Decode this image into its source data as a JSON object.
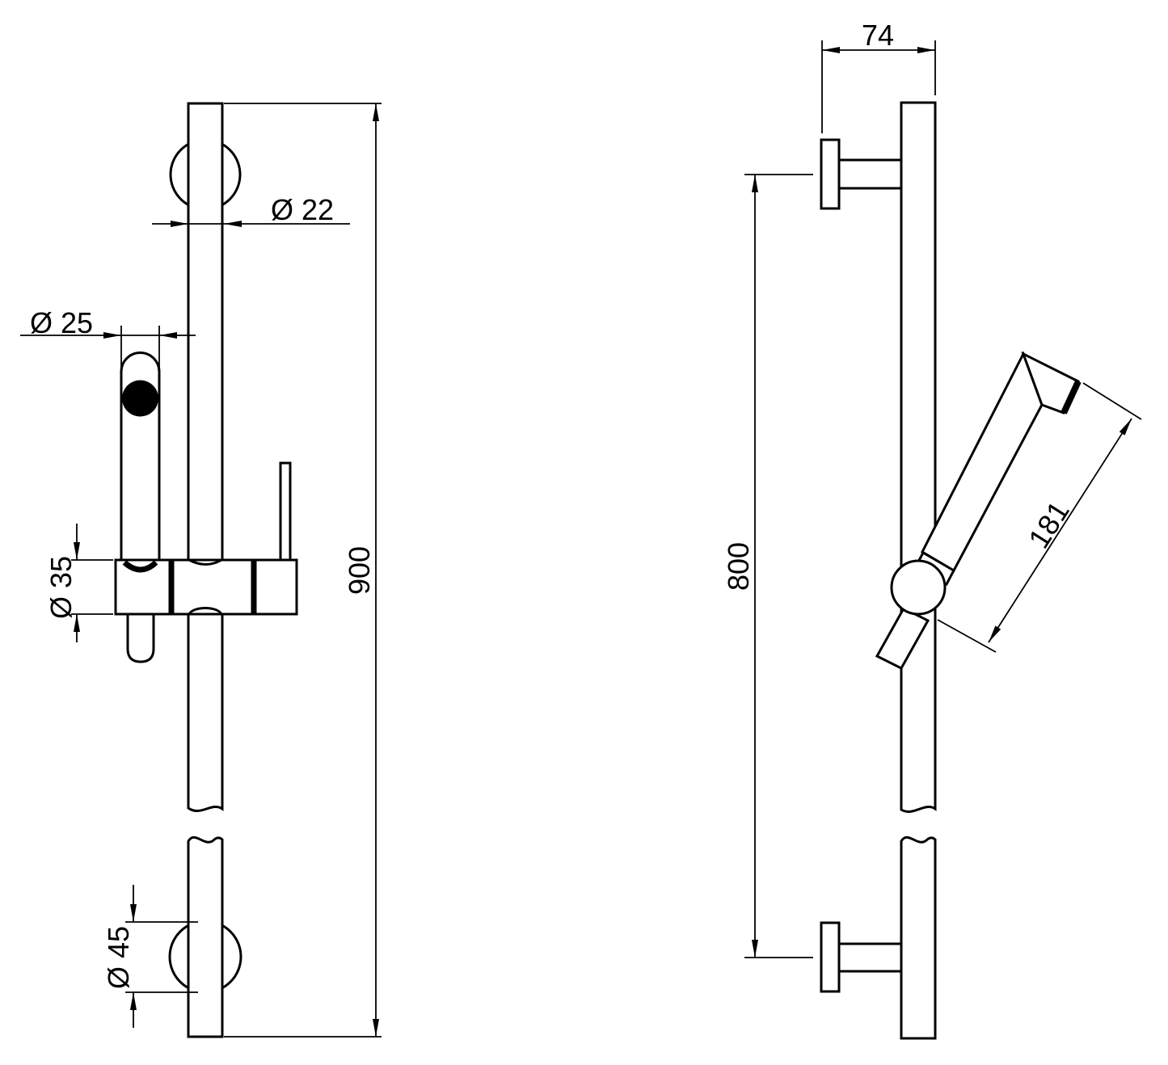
{
  "drawing": {
    "type": "technical-dimension-drawing",
    "subject": "shower slide rail with hand shower, two orthographic views",
    "colors": {
      "line": "#000000",
      "background": "#ffffff",
      "spray_face_fill": "#000000"
    },
    "labels": {
      "front_view": {
        "rail_diameter": "Ø 22",
        "hand_shower_diameter": "Ø 25",
        "slider_height": "Ø 35",
        "wall_flange_diameter": "Ø 45",
        "rail_length": "900"
      },
      "side_view": {
        "wall_offset": "74",
        "bracket_spacing": "800",
        "hand_shower_length": "181"
      }
    }
  }
}
